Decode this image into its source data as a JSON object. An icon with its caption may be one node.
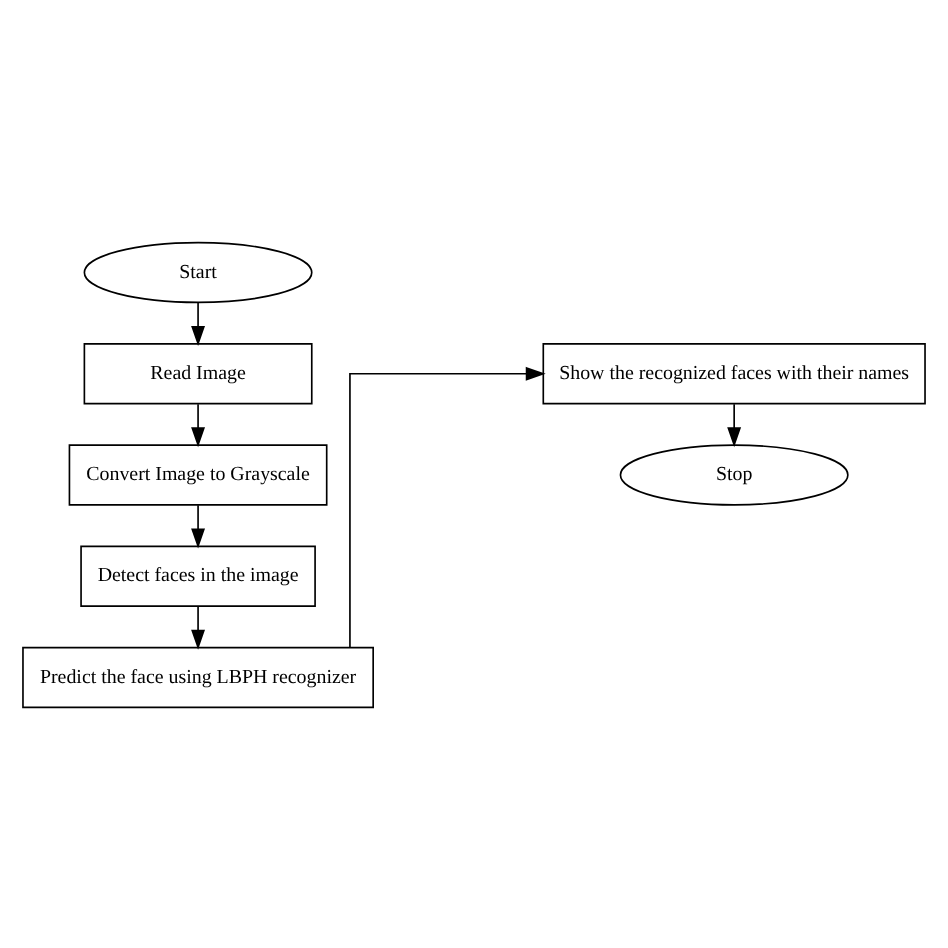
{
  "diagram": {
    "nodes": [
      {
        "text": [
          "Start"
        ]
      },
      {
        "text": [
          "Read Image"
        ]
      },
      {
        "text": [
          "Convert Image to Grayscale"
        ]
      },
      {
        "text": [
          "Detect faces in the image"
        ]
      },
      {
        "text": [
          "Predict the face using LBPH recognizer"
        ]
      },
      {
        "text": [
          "Show the recognized faces with their names"
        ]
      },
      {
        "text": [
          "Stop"
        ]
      }
    ],
    "edges": [
      {
        "from": 0,
        "to": 1,
        "arrow": "to"
      },
      {
        "from": 1,
        "to": 2,
        "arrow": "to"
      },
      {
        "from": 2,
        "to": 3,
        "arrow": "to"
      },
      {
        "from": 3,
        "to": 4,
        "arrow": "to"
      },
      {
        "from": 4,
        "to": 5,
        "arrow": "to"
      },
      {
        "from": 5,
        "to": 6,
        "arrow": "to"
      }
    ]
  }
}
